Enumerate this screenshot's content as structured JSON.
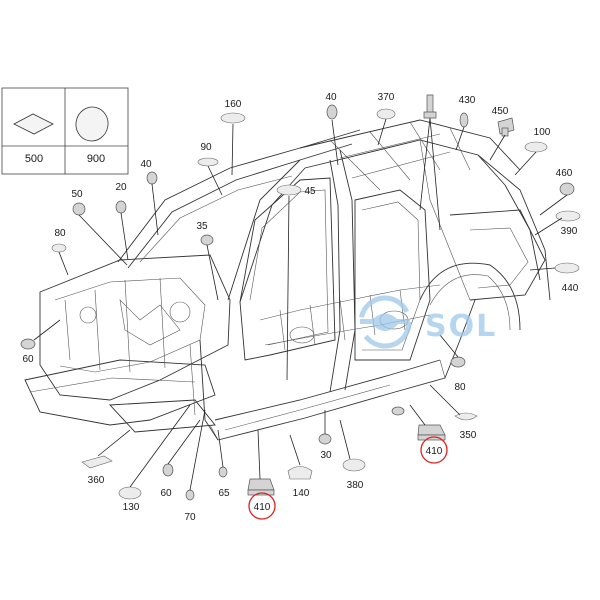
{
  "legend": [
    {
      "id": "500",
      "label": "500"
    },
    {
      "id": "900",
      "label": "900"
    }
  ],
  "callouts": [
    {
      "id": "c160",
      "label": "160"
    },
    {
      "id": "c40a",
      "label": "40"
    },
    {
      "id": "c370",
      "label": "370"
    },
    {
      "id": "c430",
      "label": "430"
    },
    {
      "id": "c450",
      "label": "450"
    },
    {
      "id": "c100",
      "label": "100"
    },
    {
      "id": "c90",
      "label": "90"
    },
    {
      "id": "c40b",
      "label": "40"
    },
    {
      "id": "c45",
      "label": "45"
    },
    {
      "id": "c460",
      "label": "460"
    },
    {
      "id": "c50",
      "label": "50"
    },
    {
      "id": "c20",
      "label": "20"
    },
    {
      "id": "c35",
      "label": "35"
    },
    {
      "id": "c390",
      "label": "390"
    },
    {
      "id": "c80a",
      "label": "80"
    },
    {
      "id": "c440",
      "label": "440"
    },
    {
      "id": "c60a",
      "label": "60"
    },
    {
      "id": "c80b",
      "label": "80"
    },
    {
      "id": "c350",
      "label": "350"
    },
    {
      "id": "c410a",
      "label": "410"
    },
    {
      "id": "c30",
      "label": "30"
    },
    {
      "id": "c360",
      "label": "360"
    },
    {
      "id": "c60b",
      "label": "60"
    },
    {
      "id": "c65",
      "label": "65"
    },
    {
      "id": "c140",
      "label": "140"
    },
    {
      "id": "c380",
      "label": "380"
    },
    {
      "id": "c130",
      "label": "130"
    },
    {
      "id": "c70",
      "label": "70"
    },
    {
      "id": "c410b",
      "label": "410"
    }
  ],
  "watermark": {
    "text": "SOL",
    "color": "#9ec9ea"
  },
  "colors": {
    "highlight": "#d22222",
    "line": "#222222"
  }
}
